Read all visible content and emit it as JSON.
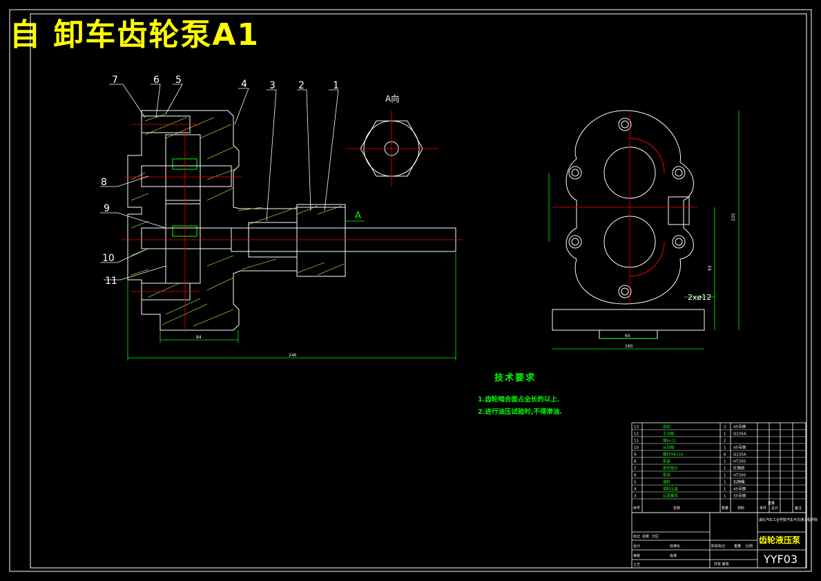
{
  "title": "自 卸车齿轮泵A1",
  "section_view_label": "A向",
  "section_marker": "A",
  "balloons": [
    "7",
    "6",
    "5",
    "4",
    "3",
    "2",
    "1",
    "8",
    "9",
    "10",
    "11"
  ],
  "dimensions": {
    "left_bottom_small": "84",
    "left_overall": "246",
    "right_width": "160",
    "right_inner": "60",
    "right_height_outer": "225",
    "right_height_inner": "93",
    "hole_note": "2xø12"
  },
  "tech_requirements": {
    "heading": "技术要求",
    "items": [
      "1.齿轮啮合面占全长的以上.",
      "2.进行油压试验时,不得渗油."
    ]
  },
  "parts_list": {
    "rows": [
      {
        "no": "13",
        "name": "齿轮",
        "qty": "2",
        "material": "45号钢"
      },
      {
        "no": "12",
        "name": "主动轴",
        "qty": "1",
        "material": "Q235A"
      },
      {
        "no": "11",
        "name": "键6x12",
        "qty": "2",
        "material": ""
      },
      {
        "no": "10",
        "name": "从动轴",
        "qty": "1",
        "material": "45号钢"
      },
      {
        "no": "9",
        "name": "螺钉M6x16",
        "qty": "6",
        "material": "Q235A"
      },
      {
        "no": "8",
        "name": "泵盖",
        "qty": "1",
        "material": "HT200"
      },
      {
        "no": "7",
        "name": "密封垫片",
        "qty": "1",
        "material": "红钢纸"
      },
      {
        "no": "6",
        "name": "泵体",
        "qty": "1",
        "material": "HT200"
      },
      {
        "no": "5",
        "name": "填料",
        "qty": "1",
        "material": "石棉绳"
      },
      {
        "no": "4",
        "name": "填料压盖",
        "qty": "1",
        "material": "45号钢"
      },
      {
        "no": "3",
        "name": "压紧螺母",
        "qty": "1",
        "material": "35号钢"
      }
    ],
    "header": {
      "no": "序号",
      "name": "名称",
      "qty": "数量",
      "material": "材料",
      "weight_single": "单件",
      "weight_total": "总计",
      "remark": "备注"
    },
    "weight_label": "重量"
  },
  "title_block": {
    "school": "湖北汽车工业学院汽车与交通工程学院",
    "drawing_name": "齿轮液压泵",
    "drawing_no": "YYF03",
    "scale_label": "比例",
    "stage_label": "阶段标记",
    "weight_label": "重量",
    "sheet_label": "共张 第张",
    "design_label": "设计",
    "check_label": "审核",
    "process_label": "工艺",
    "standard_label": "标准化",
    "approve_label": "批准",
    "mark_label": "标记",
    "count_label": "处数",
    "zone_label": "分区"
  }
}
